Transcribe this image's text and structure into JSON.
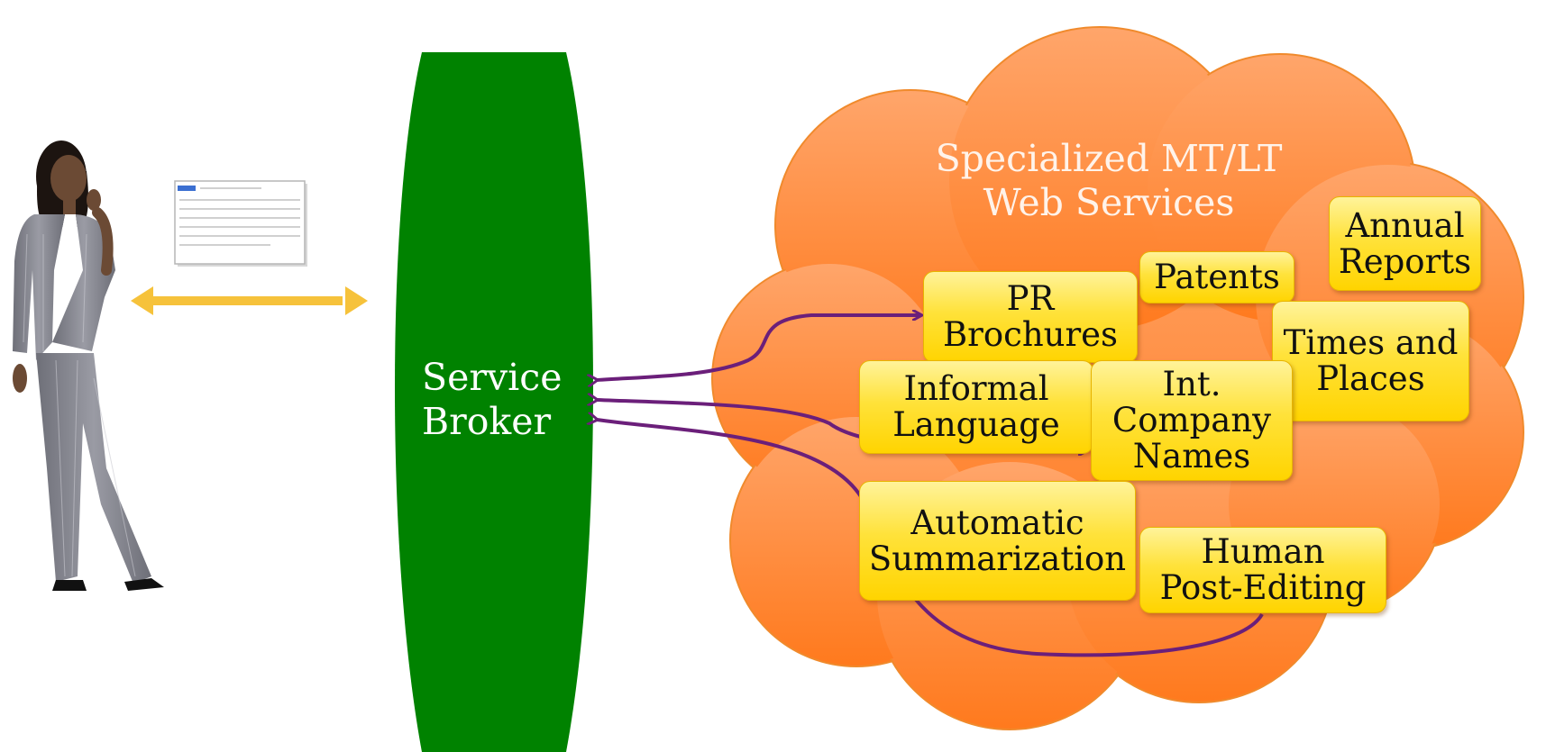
{
  "colors": {
    "broker": "#008200",
    "cloud_top": "#ffa56a",
    "cloud_bottom": "#ff7a1e",
    "box": "#ffdd22",
    "arrow": "#6b1f7a",
    "double_arrow": "#f6c23b"
  },
  "icons": {
    "person": "woman-on-phone-icon",
    "document": "document-thumbnail-icon"
  },
  "broker": {
    "line1": "Service",
    "line2": "Broker"
  },
  "cloud": {
    "title_line1": "Specialized MT/LT",
    "title_line2": "Web Services"
  },
  "services": {
    "annual": {
      "line1": "Annual",
      "line2": "Reports"
    },
    "patents": {
      "line1": "Patents"
    },
    "pr": {
      "line1": "PR",
      "line2": "Brochures"
    },
    "times": {
      "line1": "Times and",
      "line2": "Places"
    },
    "informal": {
      "line1": "Informal",
      "line2": "Language"
    },
    "intco": {
      "line1": "Int.",
      "line2": "Company",
      "line3": "Names"
    },
    "autosum": {
      "line1": "Automatic",
      "line2": "Summarization"
    },
    "postedit": {
      "line1": "Human",
      "line2": "Post-Editing"
    }
  }
}
